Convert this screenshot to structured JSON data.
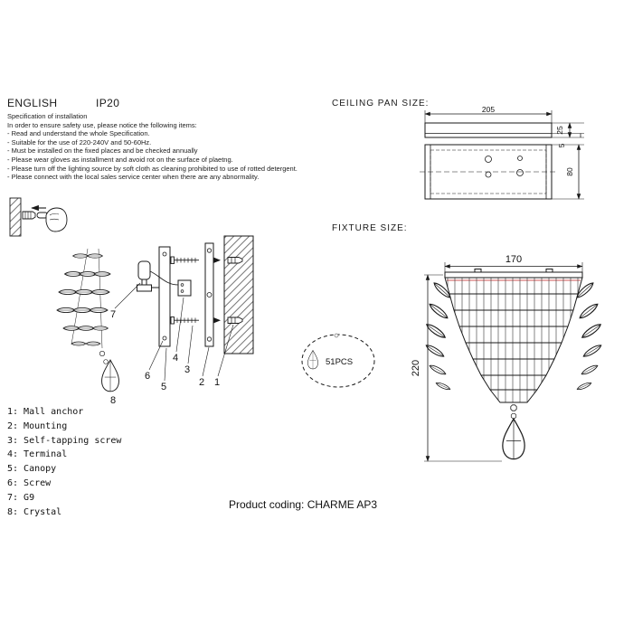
{
  "header": {
    "language": "ENGLISH",
    "ip_rating": "IP20"
  },
  "spec": {
    "title": "Specification of installation",
    "intro": "In order to ensure safety use, please notice the following items:",
    "items": [
      "- Read and understand the whole Specification.",
      "- Suitable for the use of 220-240V and 50-60Hz.",
      "- Must be installed on the fixed places and be checked annually",
      "- Please wear gloves as installment and avoid rot on the surface of plaetng.",
      "- Please turn off the lighting source by soft cloth as cleaning prohibited to use of rotted detergent.",
      "- Please connect with the local sales service center when there are any abnormality."
    ]
  },
  "ceiling_pan": {
    "title": "CEILING PAN SIZE:",
    "dim_width": "205",
    "dim_depth": "25",
    "dim_lip": "5",
    "dim_height": "80"
  },
  "fixture": {
    "title": "FIXTURE SIZE:",
    "dim_width": "170",
    "dim_height": "220"
  },
  "crystal_count": "51PCS",
  "callouts": [
    "1",
    "2",
    "3",
    "4",
    "5",
    "6",
    "7",
    "8"
  ],
  "legend": [
    "1: Mall anchor",
    "2: Mounting",
    "3: Self-tapping screw",
    "4: Terminal",
    "5: Canopy",
    "6: Screw",
    "7: G9",
    "8: Crystal"
  ],
  "footer": {
    "product_coding": "Product coding: CHARME AP3"
  },
  "colors": {
    "line": "#1a1a1a",
    "accent_red": "#d97b7b"
  }
}
